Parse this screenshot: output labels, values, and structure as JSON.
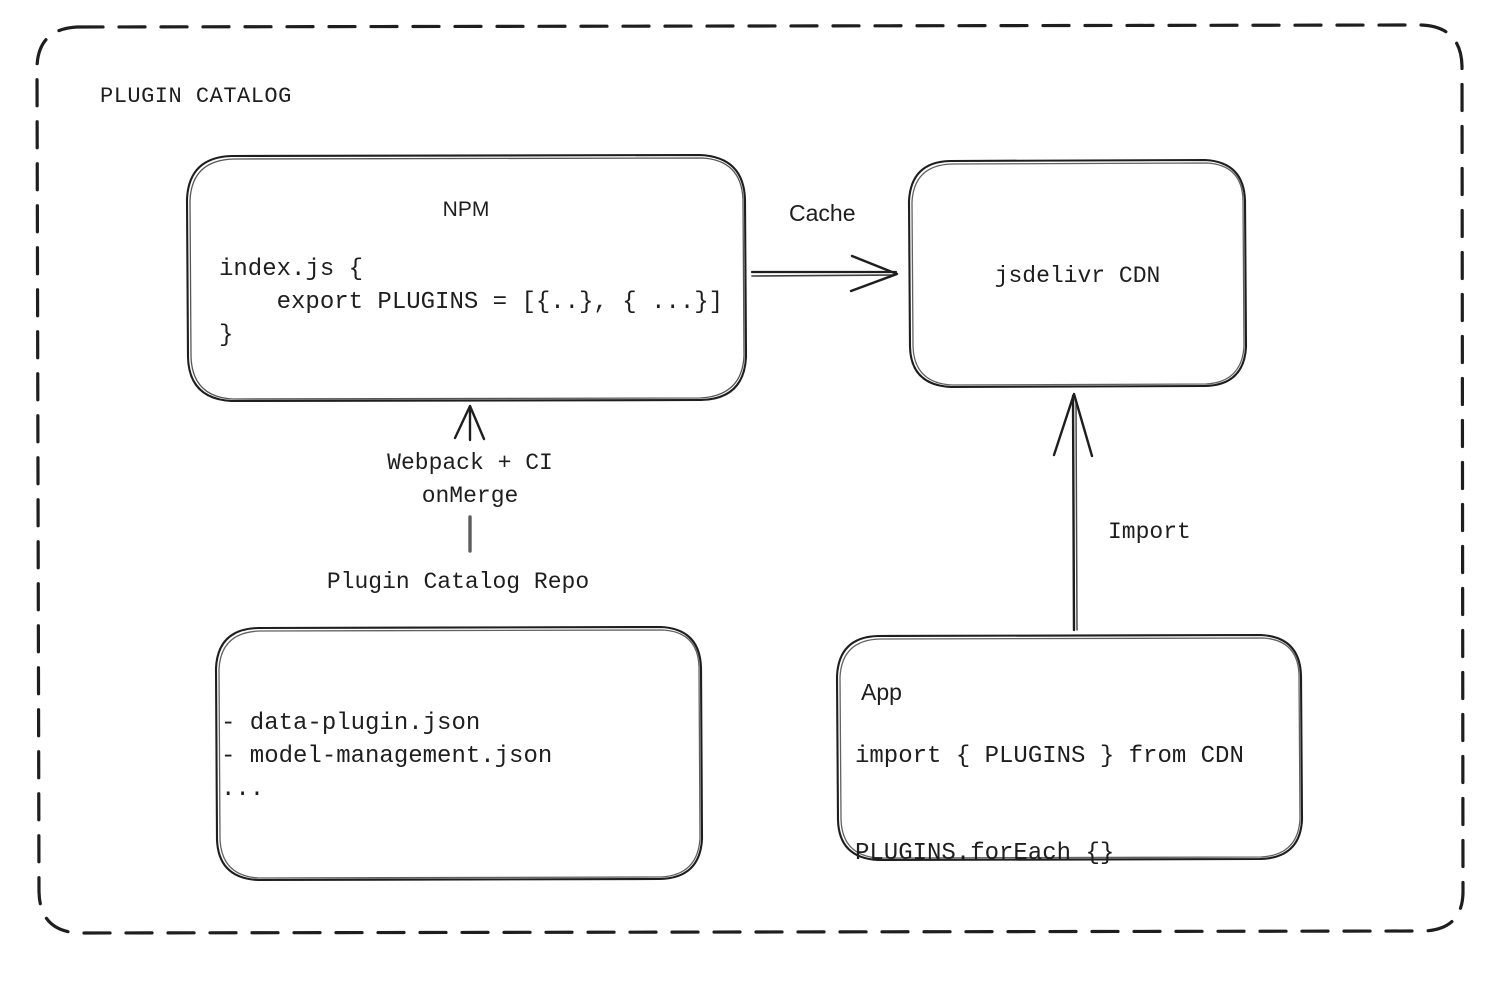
{
  "diagram": {
    "title": "Plugin Catalog Architecture",
    "container": {
      "label": "PLUGIN CATALOG",
      "border_style": "dashed",
      "stroke_color": "#1e1e1e"
    },
    "nodes": {
      "npm": {
        "title": "NPM",
        "code": "index.js {\n    export PLUGINS = [{..}, { ...}]\n}"
      },
      "cdn": {
        "title": "jsdelivr CDN"
      },
      "repo": {
        "label": "Plugin Catalog Repo",
        "files": "- data-plugin.json\n- model-management.json\n..."
      },
      "app": {
        "title": "App",
        "code": "import { PLUGINS } from CDN\n\nPLUGINS.forEach {}"
      }
    },
    "edges": {
      "npm_to_cdn": {
        "label": "Cache",
        "from": "npm",
        "to": "cdn",
        "direction": "right"
      },
      "repo_to_npm": {
        "label": "Webpack + CI\nonMerge",
        "from": "repo",
        "to": "npm",
        "direction": "up"
      },
      "app_to_cdn": {
        "label": "Import",
        "from": "app",
        "to": "cdn",
        "direction": "up"
      }
    },
    "colors": {
      "stroke": "#1e1e1e",
      "background": "#ffffff",
      "text": "#1e1e1e"
    }
  }
}
